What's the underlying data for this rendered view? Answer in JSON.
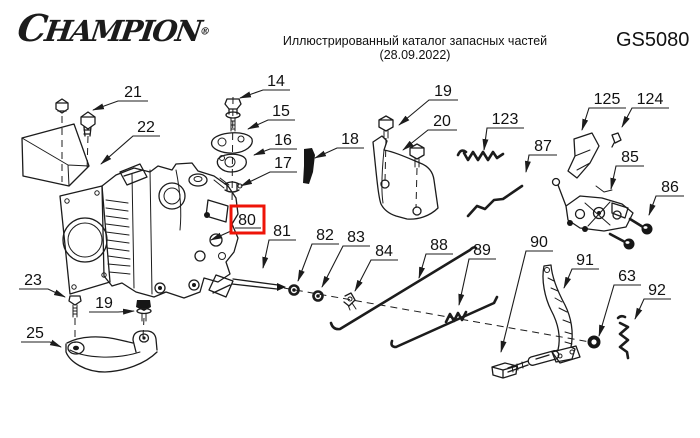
{
  "header": {
    "brand_initial": "C",
    "brand_rest": "HAMPION",
    "registered_mark": "®",
    "subtitle": "Иллюстрированный каталог запасных частей (28.09.2022)",
    "model": "GS5080"
  },
  "colors": {
    "line": "#1c1c1c",
    "highlight": "#ee1408"
  },
  "diagram": {
    "type": "exploded-parts-view",
    "highlighted_callout": "80",
    "callouts": [
      {
        "id": "21"
      },
      {
        "id": "22"
      },
      {
        "id": "14"
      },
      {
        "id": "15"
      },
      {
        "id": "16"
      },
      {
        "id": "17"
      },
      {
        "id": "18"
      },
      {
        "id": "19"
      },
      {
        "id": "20"
      },
      {
        "id": "123"
      },
      {
        "id": "125"
      },
      {
        "id": "124"
      },
      {
        "id": "87"
      },
      {
        "id": "85"
      },
      {
        "id": "86"
      },
      {
        "id": "80"
      },
      {
        "id": "81"
      },
      {
        "id": "82"
      },
      {
        "id": "83"
      },
      {
        "id": "84"
      },
      {
        "id": "88"
      },
      {
        "id": "89"
      },
      {
        "id": "90"
      },
      {
        "id": "91"
      },
      {
        "id": "63"
      },
      {
        "id": "92"
      },
      {
        "id": "23"
      },
      {
        "id": "19"
      },
      {
        "id": "25"
      }
    ]
  }
}
